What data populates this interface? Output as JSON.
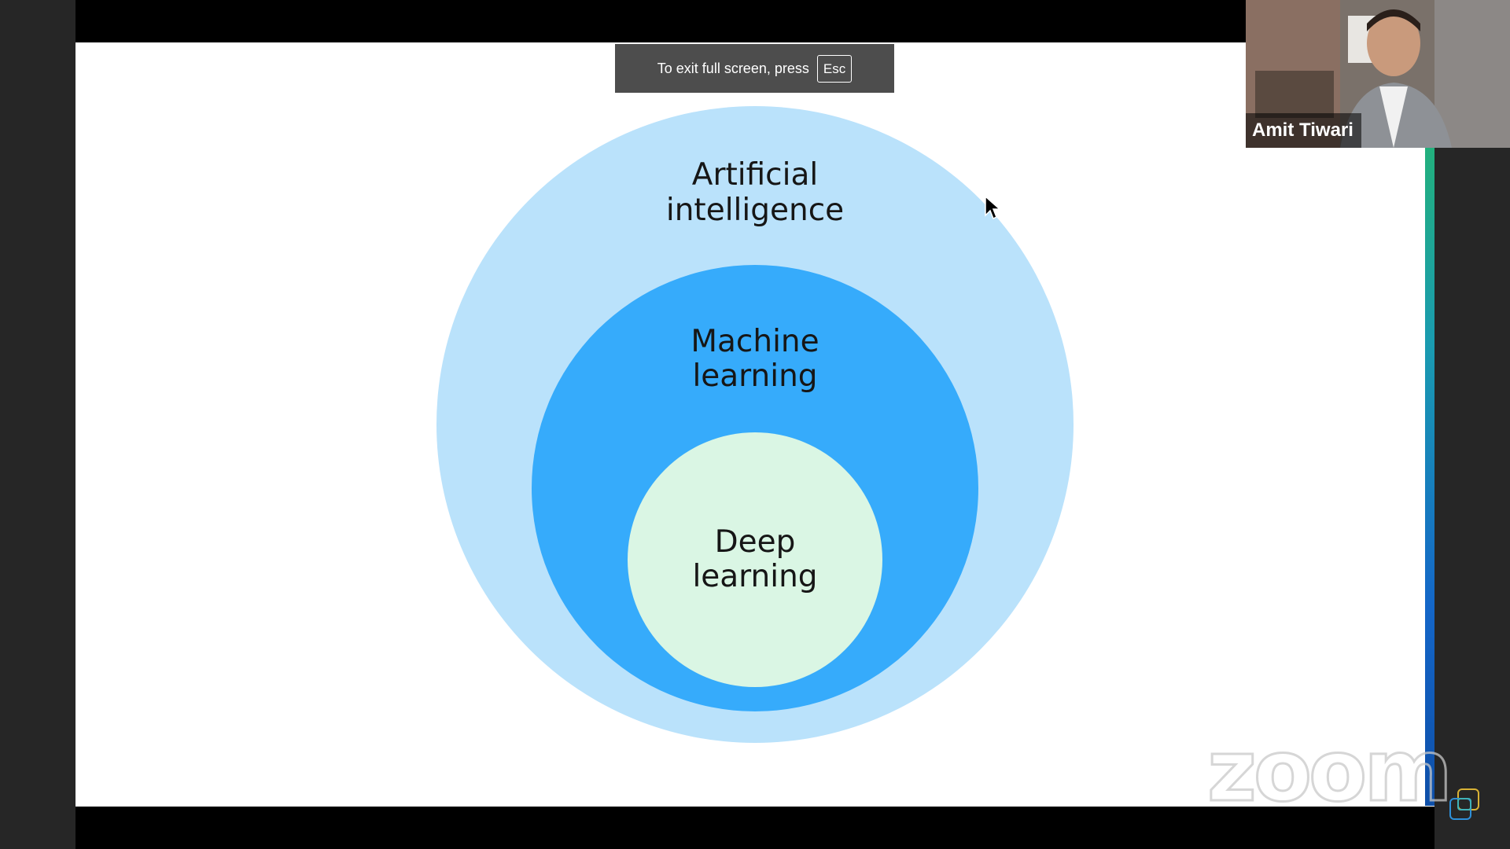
{
  "toast": {
    "message": "To exit full screen, press",
    "key": "Esc"
  },
  "participant": {
    "name": "Amit Tiwari"
  },
  "watermark": {
    "text": "zoom"
  },
  "diagram": {
    "outer": {
      "line1": "Artificial",
      "line2": "intelligence",
      "color": "#bae2fb"
    },
    "middle": {
      "line1": "Machine",
      "line2": "learning",
      "color": "#36abfb"
    },
    "inner": {
      "line1": "Deep",
      "line2": "learning",
      "color": "#daf6e4"
    }
  },
  "icons": {
    "cursor": "mouse-pointer-icon",
    "corner": "zoom-app-icon"
  }
}
